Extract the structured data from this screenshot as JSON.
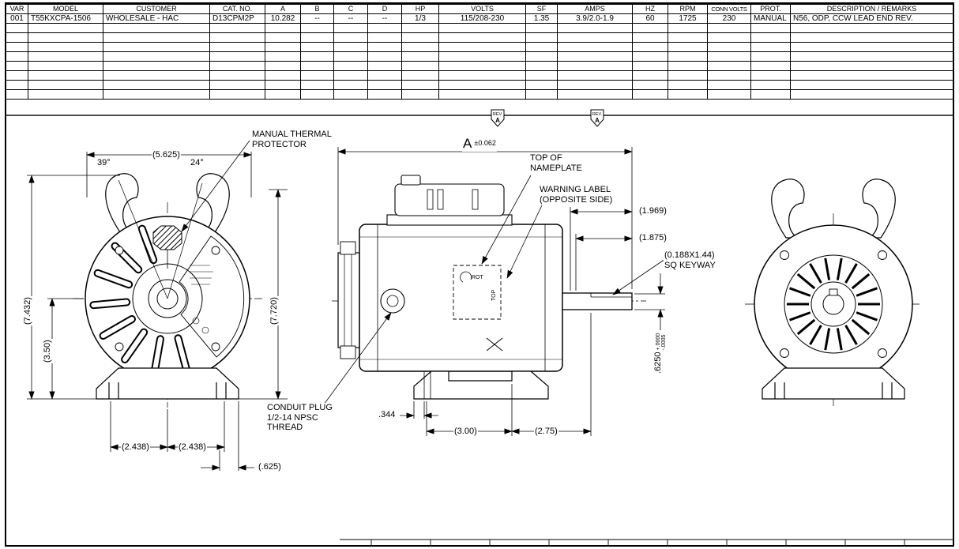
{
  "page": {
    "background": "#ffffff",
    "line_color": "#000000"
  },
  "spec_table": {
    "headers": [
      "VAR",
      "MODEL",
      "CUSTOMER",
      "CAT. NO.",
      "A",
      "B",
      "C",
      "D",
      "HP",
      "VOLTS",
      "SF",
      "AMPS",
      "HZ",
      "RPM",
      "CONN VOLTS",
      "PROT.",
      "DESCRIPTION / REMARKS"
    ],
    "rows": [
      [
        "001",
        "T55KXCPA-1506",
        "WHOLESALE - HAC",
        "D13CPM2P",
        "10.282",
        "--",
        "--",
        "--",
        "1/3",
        "115/208-230",
        "1.35",
        "3.9/2.0-1.9",
        "60",
        "1725",
        "230",
        "MANUAL",
        "N56, ODP, CCW LEAD END REV."
      ]
    ],
    "empty_row_count": 8
  },
  "drawing": {
    "rev_flag": {
      "label": "REV.",
      "value": "A"
    },
    "callouts": {
      "thermal_protector": "MANUAL THERMAL\nPROTECTOR",
      "top_of_nameplate": "TOP OF\nNAMEPLATE",
      "warning_label": "WARNING LABEL\n(OPPOSITE SIDE)",
      "sq_keyway": "(0.188X1.44)\nSQ KEYWAY",
      "conduit_plug": "CONDUIT PLUG\n1/2-14 NPSC\nTHREAD",
      "rot": "ROT",
      "top": "TOP"
    },
    "dimensions": {
      "width_top": "(5.625)",
      "angle_left": "39°",
      "angle_right": "24°",
      "overall_length_letter": "A",
      "overall_length_tol": "±0.062",
      "shaft_ext_1": "(1.969)",
      "shaft_ext_2": "(1.875)",
      "height_left_view": "(7.432)",
      "height_overall": "(7.720)",
      "centerline_height": "(3.50)",
      "shaft_dia": ".6250",
      "shaft_dia_tol_plus": "+.0000",
      "shaft_dia_tol_minus": "-.0005",
      "foot_slot": ".344",
      "foot_spacing_1": "(3.00)",
      "foot_spacing_2": "(2.75)",
      "bolt_spacing_left": "(2.438)",
      "bolt_spacing_right": "(2.438)",
      "foot_offset": "(.625)"
    }
  }
}
